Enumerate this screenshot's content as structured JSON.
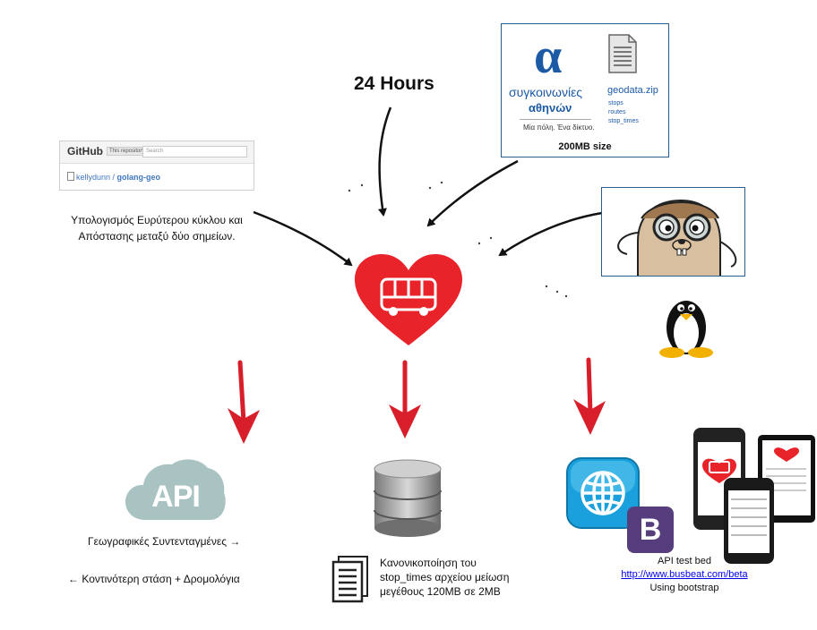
{
  "github": {
    "logo": "GitHub",
    "scope": "This repository",
    "search_placeholder": "Search",
    "repo_owner": "kellydunn /",
    "repo_name": "golang-geo"
  },
  "great_circle_text": "Υπολογισμός Ευρύτερου κύκλου και Απόστασης μεταξύ δύο σημείων.",
  "hours_label": "24 Hours",
  "oasa": {
    "logo_letter": "α",
    "name_line1": "συγκοινωνίες",
    "name_line2": "αθηνών",
    "slogan": "Μία πόλη. Ένα δίκτυο.",
    "zip_title": "geodata.zip",
    "zip_files": [
      "stops",
      "routes",
      "stop_times"
    ],
    "size_label": "200MB size"
  },
  "api_cloud_text": "API",
  "geo_label": "Γεωγραφικές Συντενταγμένες →",
  "nearest_label": "← Κοντινότερη στάση + Δρομολόγια",
  "normalization_text": "Κανονικοποίηση του stop_times αρχείου μείωση μεγέθους 120MB σε 2MB",
  "bootstrap_letter": "B",
  "api_test": {
    "title": "API test bed",
    "link": "http://www.busbeat.com/beta",
    "subtitle": "Using bootstrap"
  },
  "colors": {
    "heart_red": "#e8232a",
    "down_arrow_red": "#d81e2a",
    "oasa_blue": "#1c5aa5",
    "cloud_teal": "#a9c3c3",
    "bootstrap_purple": "#563d7c",
    "web_icon_blue": "#1aa0dc"
  }
}
